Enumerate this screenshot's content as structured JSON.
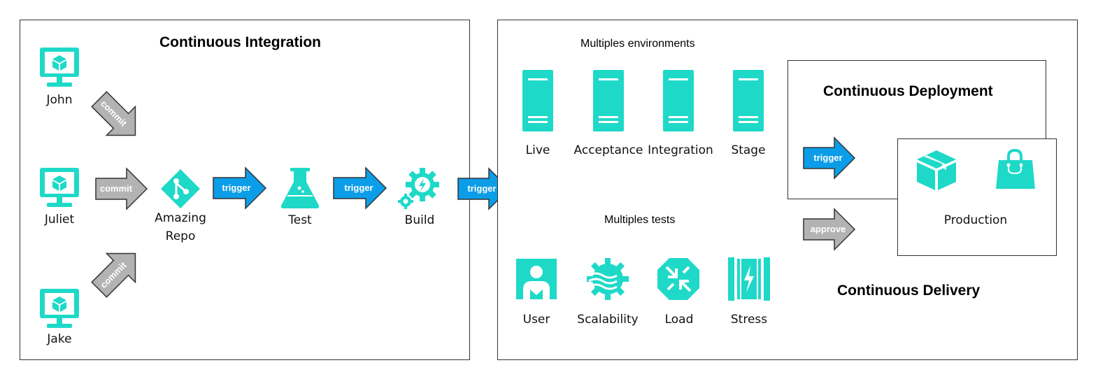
{
  "ci": {
    "title": "Continuous Integration",
    "developers": [
      {
        "name": "John"
      },
      {
        "name": "Juliet"
      },
      {
        "name": "Jake"
      }
    ],
    "repo": {
      "line1": "Amazing",
      "line2": "Repo"
    },
    "test_label": "Test",
    "build_label": "Build",
    "commit_label": "commit",
    "trigger_label": "trigger"
  },
  "cd": {
    "environments_caption": "Multiples environments",
    "environments": [
      {
        "label": "Live"
      },
      {
        "label": "Acceptance"
      },
      {
        "label": "Integration"
      },
      {
        "label": "Stage"
      }
    ],
    "tests_caption": "Multiples tests",
    "tests": [
      {
        "label": "User"
      },
      {
        "label": "Scalability"
      },
      {
        "label": "Load"
      },
      {
        "label": "Stress"
      }
    ],
    "deployment_title": "Continuous Deployment",
    "delivery_title": "Continuous Delivery",
    "production_label": "Production",
    "trigger_label": "trigger",
    "approve_label": "approve"
  },
  "colors": {
    "teal": "#1ed9c8",
    "blue_arrow": "#0b9de8",
    "gray_arrow": "#b3b3b3",
    "border": "#333333"
  }
}
